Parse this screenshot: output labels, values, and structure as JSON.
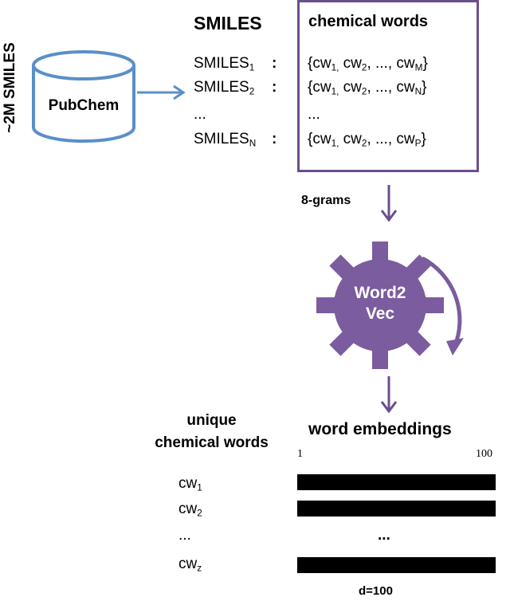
{
  "side_label": "~2M SMILES",
  "database": {
    "label": "PubChem"
  },
  "smiles": {
    "header": "SMILES",
    "rows": [
      {
        "label": "SMILES",
        "sub": "1",
        "words": "{cw",
        "w1sub": "1,",
        "rest": " cw",
        "w2sub": "2",
        "tail": ", ..., cw",
        "lastsub": "M",
        "close": "}"
      },
      {
        "label": "SMILES",
        "sub": "2",
        "words": "{cw",
        "w1sub": "1,",
        "rest": " cw",
        "w2sub": "2",
        "tail": ", ..., cw",
        "lastsub": "N",
        "close": "}"
      },
      {
        "label": "...",
        "sub": "",
        "words": "...",
        "w1sub": "",
        "rest": "",
        "w2sub": "",
        "tail": "",
        "lastsub": "",
        "close": ""
      },
      {
        "label": "SMILES",
        "sub": "N",
        "words": "{cw",
        "w1sub": "1,",
        "rest": " cw",
        "w2sub": "2",
        "tail": ", ..., cw",
        "lastsub": "P",
        "close": "}"
      }
    ],
    "colon": ":"
  },
  "chemical_words": {
    "header": "chemical words"
  },
  "ngram_label": "8-grams",
  "model": {
    "line1": "Word2",
    "line2": "Vec"
  },
  "unique": {
    "line1": "unique",
    "line2": "chemical words"
  },
  "embeddings": {
    "header": "word embeddings",
    "tick_start": "1",
    "tick_end": "100",
    "rows": [
      {
        "cw": "cw",
        "sub": "1"
      },
      {
        "cw": "cw",
        "sub": "2"
      },
      {
        "cw": "...",
        "sub": ""
      },
      {
        "cw": "cw",
        "sub": "z"
      }
    ],
    "ellipsis": "...",
    "dimension": "d=100"
  },
  "colors": {
    "accent": "#6b4e8c",
    "arrow_blue": "#5a8fc8",
    "gear": "#7b5c9e"
  }
}
